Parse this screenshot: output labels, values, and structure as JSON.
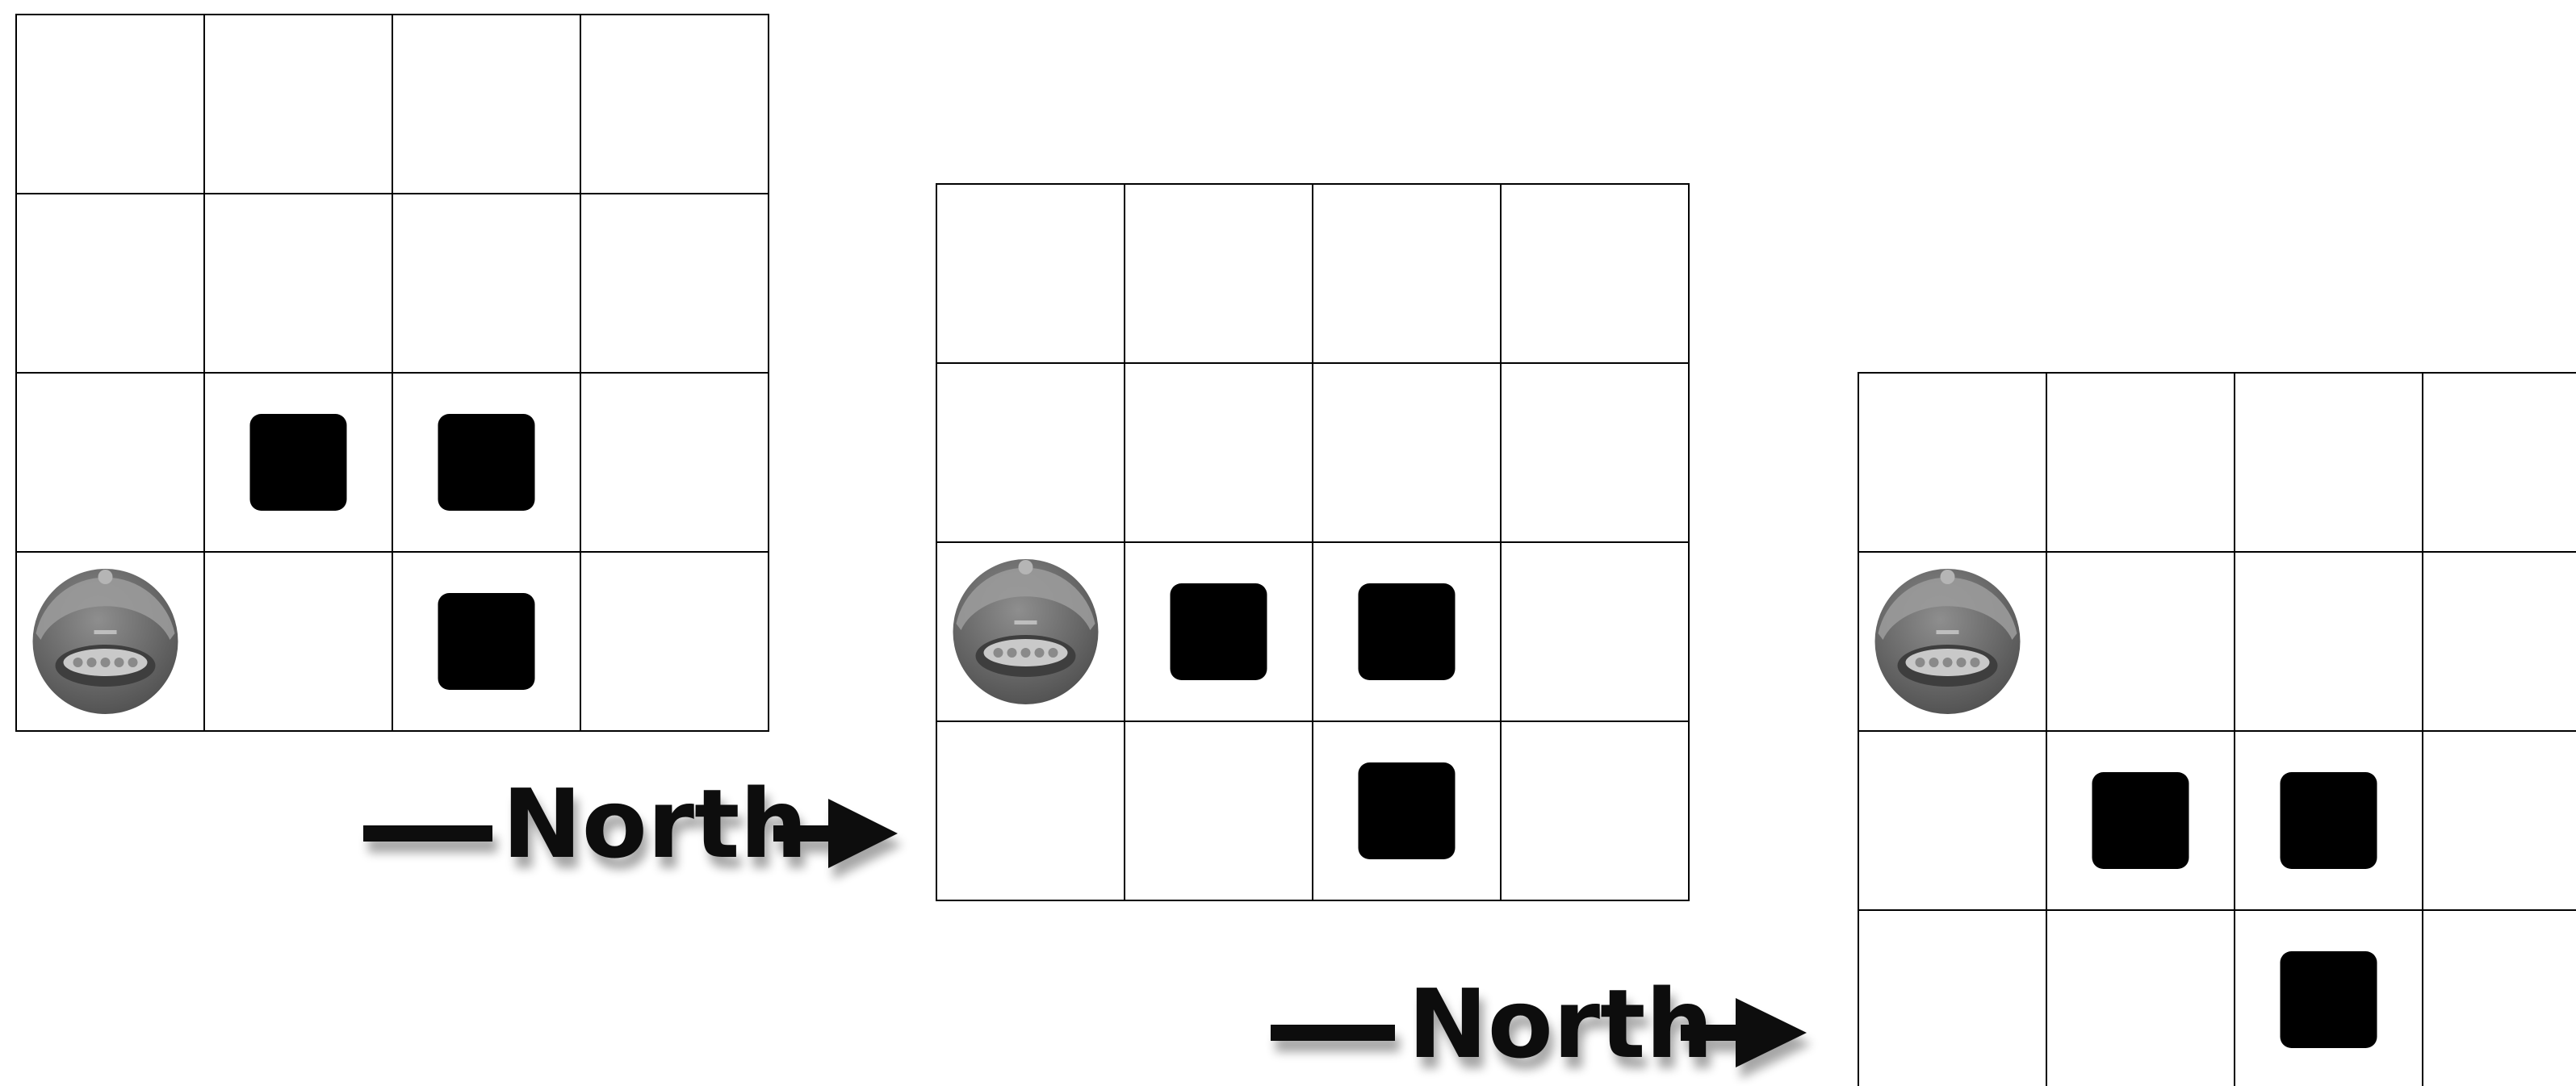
{
  "grids": [
    {
      "name": "grid-state-1",
      "robot_cell": {
        "row": 3,
        "col": 0
      },
      "obstacle_cells": [
        {
          "row": 2,
          "col": 1
        },
        {
          "row": 2,
          "col": 2
        },
        {
          "row": 3,
          "col": 2
        }
      ]
    },
    {
      "name": "grid-state-2",
      "robot_cell": {
        "row": 2,
        "col": 0
      },
      "obstacle_cells": [
        {
          "row": 2,
          "col": 1
        },
        {
          "row": 2,
          "col": 2
        },
        {
          "row": 3,
          "col": 2
        }
      ]
    },
    {
      "name": "grid-state-3",
      "robot_cell": {
        "row": 1,
        "col": 0
      },
      "obstacle_cells": [
        {
          "row": 2,
          "col": 1
        },
        {
          "row": 2,
          "col": 2
        },
        {
          "row": 3,
          "col": 2
        }
      ]
    }
  ],
  "transitions": [
    {
      "label": "North"
    },
    {
      "label": "North"
    }
  ],
  "colors": {
    "grid_line": "#000000",
    "obstacle": "#000000",
    "arrow": "#111111",
    "robot_body": "#6b6b6b",
    "robot_top": "#9a9a9a",
    "robot_panel": "#c9c9c9"
  },
  "icons": {
    "robot": "robot-vacuum-icon",
    "obstacle": "obstacle-block-icon",
    "arrow": "arrow-right-icon"
  }
}
